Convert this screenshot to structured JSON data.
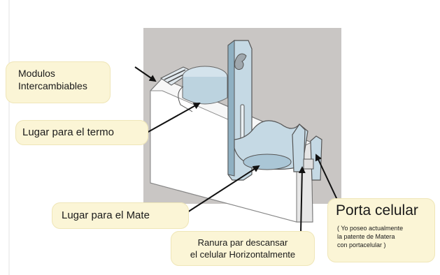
{
  "labels": {
    "modulos": {
      "line1": "Modulos",
      "line2": "Intercambiables"
    },
    "termo": "Lugar para el termo",
    "mate": "Lugar para el Mate",
    "ranura": {
      "line1": "Ranura par descansar",
      "line2": "el celular Horizontalmente"
    },
    "porta": {
      "title": "Porta celular",
      "note_line1": "( Yo poseo actualmente",
      "note_line2": "la patente de Matera",
      "note_line3": "con portacelular )"
    }
  },
  "colors": {
    "backdrop": "#c9c6c4",
    "body_white": "#f7f7f7",
    "part_blue": "#c5d9e4",
    "part_blue_dark": "#8fb0c2",
    "label_fill": "#fbf5d6",
    "arrow": "#111111"
  }
}
